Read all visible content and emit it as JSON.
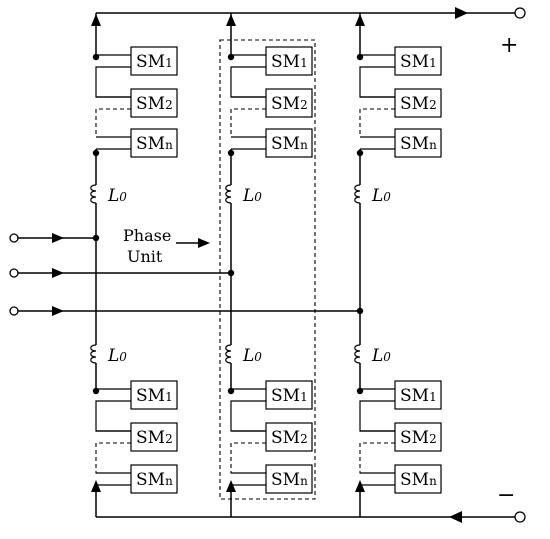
{
  "polarity": {
    "plus": "+",
    "minus": "−"
  },
  "submodule": {
    "prefix": "SM",
    "subs": [
      "1",
      "2",
      "n"
    ]
  },
  "inductor_label": {
    "base": "L",
    "sub": "0"
  },
  "phase_unit_label": {
    "line1": "Phase",
    "line2": "Unit"
  }
}
